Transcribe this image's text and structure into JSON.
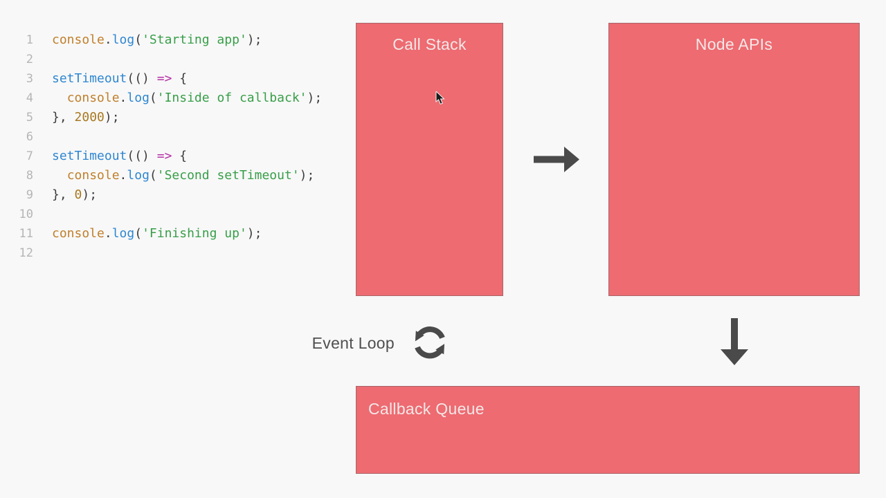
{
  "colors": {
    "bg": "#f8f8f8",
    "box_fill": "#ed6b71",
    "box_border": "#a96569",
    "box_title": "#f5e8e8",
    "arrow": "#4a4a4a",
    "label_text": "#4f4f4f",
    "line_number": "#b5b5b5",
    "tok_punct": "#3b3b3b",
    "tok_support": "#c07f2b",
    "tok_func": "#2e86d1",
    "tok_string": "#379e48",
    "tok_keyword": "#b52fa6",
    "tok_number": "#a8781f"
  },
  "code_editor": {
    "lines": [
      {
        "num": "1",
        "tokens": [
          {
            "t": "support",
            "v": "console"
          },
          {
            "t": "punct",
            "v": "."
          },
          {
            "t": "func",
            "v": "log"
          },
          {
            "t": "punct",
            "v": "("
          },
          {
            "t": "string",
            "v": "'Starting app'"
          },
          {
            "t": "punct",
            "v": ");"
          }
        ]
      },
      {
        "num": "2",
        "tokens": []
      },
      {
        "num": "3",
        "tokens": [
          {
            "t": "func",
            "v": "setTimeout"
          },
          {
            "t": "punct",
            "v": "(() "
          },
          {
            "t": "keyword",
            "v": "=>"
          },
          {
            "t": "punct",
            "v": " {"
          }
        ]
      },
      {
        "num": "4",
        "tokens": [
          {
            "t": "punct",
            "v": "  "
          },
          {
            "t": "support",
            "v": "console"
          },
          {
            "t": "punct",
            "v": "."
          },
          {
            "t": "func",
            "v": "log"
          },
          {
            "t": "punct",
            "v": "("
          },
          {
            "t": "string",
            "v": "'Inside of callback'"
          },
          {
            "t": "punct",
            "v": ");"
          }
        ]
      },
      {
        "num": "5",
        "tokens": [
          {
            "t": "punct",
            "v": "}, "
          },
          {
            "t": "number",
            "v": "2000"
          },
          {
            "t": "punct",
            "v": ");"
          }
        ]
      },
      {
        "num": "6",
        "tokens": []
      },
      {
        "num": "7",
        "tokens": [
          {
            "t": "func",
            "v": "setTimeout"
          },
          {
            "t": "punct",
            "v": "(() "
          },
          {
            "t": "keyword",
            "v": "=>"
          },
          {
            "t": "punct",
            "v": " {"
          }
        ]
      },
      {
        "num": "8",
        "tokens": [
          {
            "t": "punct",
            "v": "  "
          },
          {
            "t": "support",
            "v": "console"
          },
          {
            "t": "punct",
            "v": "."
          },
          {
            "t": "func",
            "v": "log"
          },
          {
            "t": "punct",
            "v": "("
          },
          {
            "t": "string",
            "v": "'Second setTimeout'"
          },
          {
            "t": "punct",
            "v": ");"
          }
        ]
      },
      {
        "num": "9",
        "tokens": [
          {
            "t": "punct",
            "v": "}, "
          },
          {
            "t": "number",
            "v": "0"
          },
          {
            "t": "punct",
            "v": ");"
          }
        ]
      },
      {
        "num": "10",
        "tokens": []
      },
      {
        "num": "11",
        "tokens": [
          {
            "t": "support",
            "v": "console"
          },
          {
            "t": "punct",
            "v": "."
          },
          {
            "t": "func",
            "v": "log"
          },
          {
            "t": "punct",
            "v": "("
          },
          {
            "t": "string",
            "v": "'Finishing up'"
          },
          {
            "t": "punct",
            "v": ");"
          }
        ]
      },
      {
        "num": "12",
        "tokens": []
      }
    ]
  },
  "diagram": {
    "call_stack_label": "Call Stack",
    "node_apis_label": "Node APIs",
    "callback_queue_label": "Callback Queue",
    "event_loop_label": "Event Loop"
  }
}
